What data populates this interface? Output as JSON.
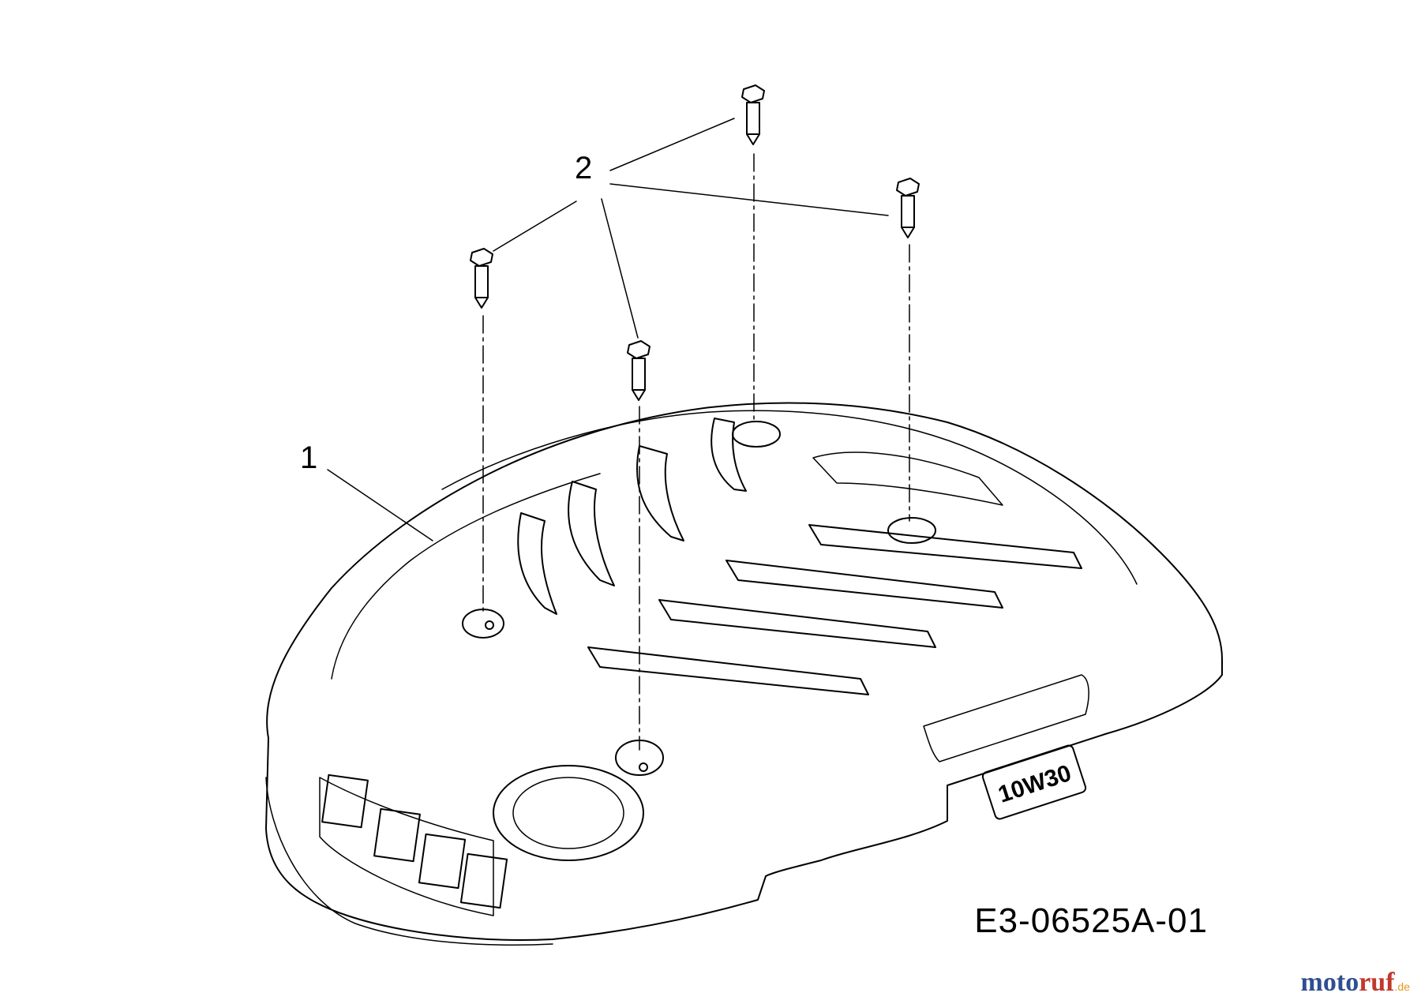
{
  "labels": {
    "part_1": "1",
    "part_2": "2"
  },
  "drawing_number": "E3-06525A-01",
  "oil_grade": "10W30",
  "watermark": {
    "brand": "moto",
    "brand_accent": "ruf",
    "tld": ".de"
  },
  "colors": {
    "line": "#000000",
    "watermark_blue": "#2f4f8f",
    "watermark_red": "#c0392b",
    "watermark_orange": "#e59a1c"
  }
}
